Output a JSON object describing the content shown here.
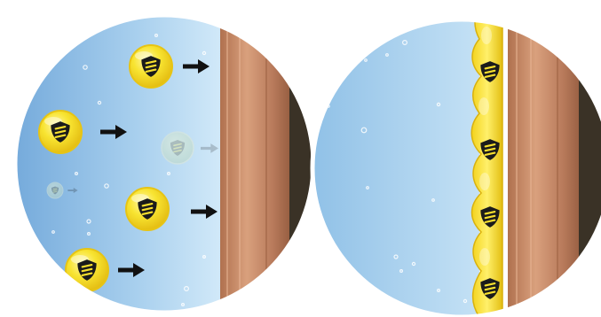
{
  "panels": [
    {
      "id": "before",
      "description_state": "molecules-approaching-metal"
    },
    {
      "id": "after",
      "description_state": "molecules-adsorbed-on-metal"
    }
  ],
  "colors": {
    "water_light": "#c9e3f3",
    "water_dark": "#7fb3df",
    "copper_mid": "#c98a68",
    "copper_dark": "#8a5438",
    "copper_edge": "#3a3226",
    "molecule_yellow": "#f6df2e",
    "molecule_rim": "#e7c414",
    "shield": "#1b1b1b",
    "arrow": "#111111",
    "bubble": "#ffffff",
    "ring": "#ffffff"
  },
  "icons": {
    "molecule": "shield-badge-icon",
    "arrow": "right-arrow-icon",
    "bubble": "air-bubble-icon"
  }
}
